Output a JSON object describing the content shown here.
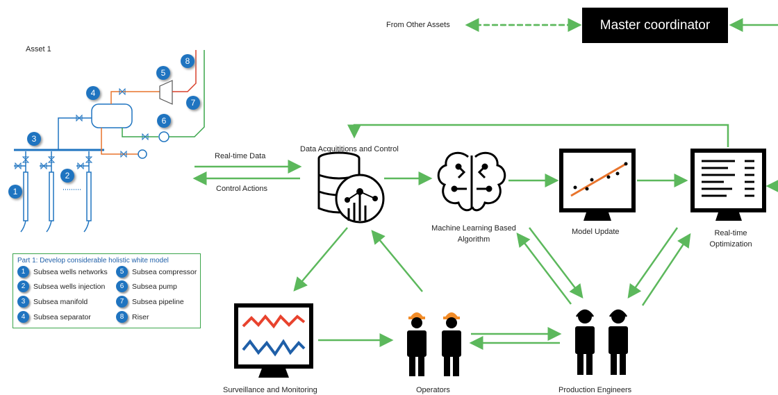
{
  "asset_label": "Asset 1",
  "from_other_assets": "From Other Assets",
  "master_coordinator": "Master coordinator",
  "real_time_data": "Real-time Data",
  "control_actions": "Control Actions",
  "data_acquisition": "Data Acquititions and Control",
  "ml_algorithm": "Machine Learning Based Algorithm",
  "model_update": "Model Update",
  "rto": "Real-time Optimization",
  "surveillance": "Surveillance and Monitoring",
  "operators": "Operators",
  "production_engineers": "Production Engineers",
  "process_badges": [
    "1",
    "2",
    "3",
    "4",
    "5",
    "6",
    "7",
    "8"
  ],
  "legend": {
    "title": "Part 1: Develop considerable holistic white model",
    "items": [
      {
        "num": "1",
        "label": "Subsea wells networks"
      },
      {
        "num": "2",
        "label": "Subsea wells injection"
      },
      {
        "num": "3",
        "label": "Subsea manifold"
      },
      {
        "num": "4",
        "label": "Subsea separator"
      },
      {
        "num": "5",
        "label": "Subsea compressor"
      },
      {
        "num": "6",
        "label": "Subsea pump"
      },
      {
        "num": "7",
        "label": "Subsea pipeline"
      },
      {
        "num": "8",
        "label": "Riser"
      }
    ]
  },
  "colors": {
    "arrow": "#5cb85c",
    "pipe_blue": "#1f74c0",
    "pipe_orange": "#e8742c",
    "pipe_red": "#d9412b",
    "pipe_green": "#3aa54a",
    "badge": "#1f74c0"
  },
  "icons": [
    "database-icon",
    "brain-icon",
    "chart-monitor-icon",
    "report-monitor-icon",
    "wave-monitor-icon",
    "operator-icon",
    "engineer-icon"
  ]
}
